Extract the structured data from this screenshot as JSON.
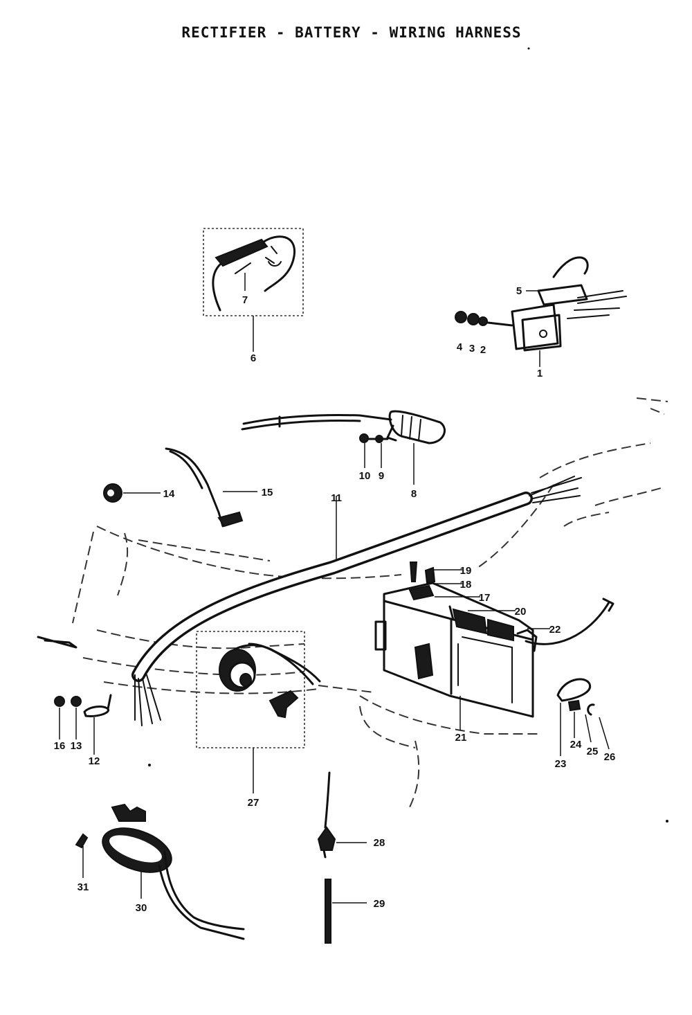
{
  "title": "RECTIFIER - BATTERY - WIRING HARNESS",
  "callouts": [
    "1",
    "2",
    "3",
    "4",
    "5",
    "6",
    "7",
    "8",
    "9",
    "10",
    "11",
    "12",
    "13",
    "14",
    "15",
    "16",
    "17",
    "18",
    "19",
    "20",
    "21",
    "22",
    "23",
    "24",
    "25",
    "26",
    "27",
    "28",
    "29",
    "30",
    "31"
  ],
  "icons": {
    "rectifier": "rectifier-icon",
    "regulator": "regulator-icon",
    "ignition-coil": "coil-icon",
    "wiring-harness": "harness-icon",
    "battery": "battery-icon",
    "horn": "horn-icon"
  }
}
